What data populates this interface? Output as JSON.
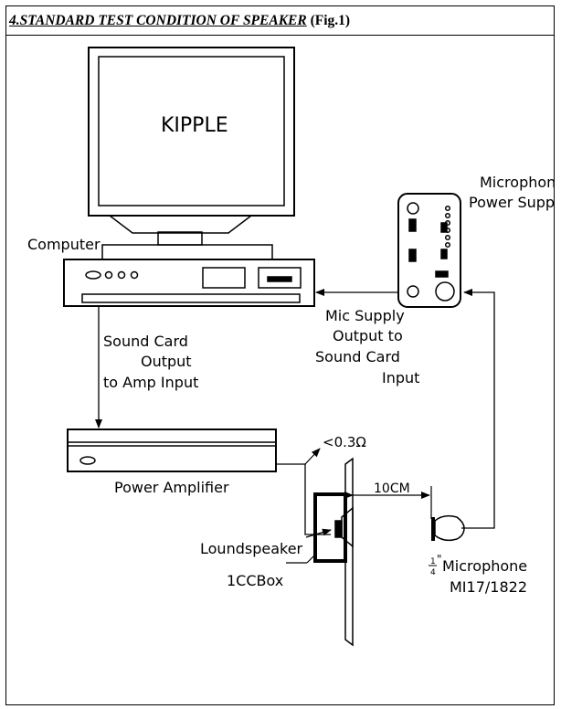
{
  "header": {
    "title": "4.STANDARD TEST CONDITION OF SPEAKER",
    "fig": "(Fig.1)"
  },
  "labels": {
    "screen_text": "KIPPLE",
    "computer": "Computer",
    "mic_power_line1": "Microphone",
    "mic_power_line2": "Power Supply",
    "mic_supply_line1": "Mic  Supply",
    "mic_supply_line2": "Output to",
    "mic_supply_line3": "Sound Card",
    "mic_supply_line4": "Input",
    "sound_card_line1": "Sound Card",
    "sound_card_line2": "Output",
    "sound_card_line3": "to Amp Input",
    "power_amplifier": "Power Amplifier",
    "resistance": "<0.3Ω",
    "distance": "10CM",
    "loudspeaker": "Loundspeaker",
    "box": "1CCBox",
    "microphone_fraction_num": "1",
    "microphone_fraction_den": "4",
    "microphone_inch": "\"",
    "microphone": "Microphone",
    "microphone_model": "MI17/1822"
  }
}
